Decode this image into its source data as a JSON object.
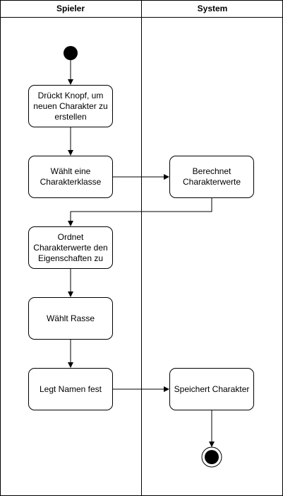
{
  "lanes": [
    {
      "title": "Spieler"
    },
    {
      "title": "System"
    }
  ],
  "activities": [
    {
      "id": "a1",
      "lane": "Spieler",
      "label": "Drückt Knopf, um neuen Charakter zu erstellen"
    },
    {
      "id": "a2",
      "lane": "Spieler",
      "label": "Wählt eine Charakterklasse"
    },
    {
      "id": "a3",
      "lane": "System",
      "label": "Berechnet Charakterwerte"
    },
    {
      "id": "a4",
      "lane": "Spieler",
      "label": "Ordnet Charakterwerte den Eigenschaften zu"
    },
    {
      "id": "a5",
      "lane": "Spieler",
      "label": "Wählt Rasse"
    },
    {
      "id": "a6",
      "lane": "Spieler",
      "label": "Legt Namen fest"
    },
    {
      "id": "a7",
      "lane": "System",
      "label": "Speichert Charakter"
    }
  ],
  "flows": [
    {
      "from": "start",
      "to": "a1"
    },
    {
      "from": "a1",
      "to": "a2"
    },
    {
      "from": "a2",
      "to": "a3"
    },
    {
      "from": "a3",
      "to": "a4"
    },
    {
      "from": "a4",
      "to": "a5"
    },
    {
      "from": "a5",
      "to": "a6"
    },
    {
      "from": "a6",
      "to": "a7"
    },
    {
      "from": "a7",
      "to": "end"
    }
  ]
}
